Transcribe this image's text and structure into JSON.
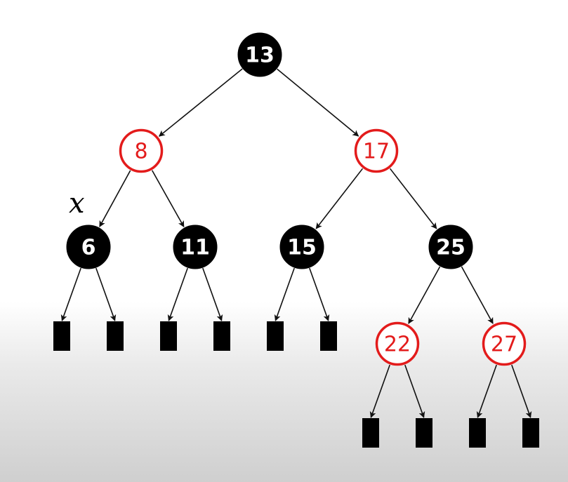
{
  "colors": {
    "black_node": "#000000",
    "black_node_text": "#ffffff",
    "red_node_stroke": "#e31b1b",
    "red_node_fill": "#ffffff",
    "red_node_text": "#e31b1b",
    "edge": "#111111",
    "leaf": "#000000"
  },
  "tree": {
    "nodes": [
      {
        "id": "n13",
        "key": "13",
        "color": "black"
      },
      {
        "id": "n8",
        "key": "8",
        "color": "red"
      },
      {
        "id": "n17",
        "key": "17",
        "color": "red"
      },
      {
        "id": "n6",
        "key": "6",
        "color": "black"
      },
      {
        "id": "n11",
        "key": "11",
        "color": "black"
      },
      {
        "id": "n15",
        "key": "15",
        "color": "black"
      },
      {
        "id": "n25",
        "key": "25",
        "color": "black"
      },
      {
        "id": "n22",
        "key": "22",
        "color": "red"
      },
      {
        "id": "n27",
        "key": "27",
        "color": "red"
      }
    ],
    "edges": [
      {
        "from": "n13",
        "to": "n8"
      },
      {
        "from": "n13",
        "to": "n17"
      },
      {
        "from": "n8",
        "to": "n6"
      },
      {
        "from": "n8",
        "to": "n11"
      },
      {
        "from": "n17",
        "to": "n15"
      },
      {
        "from": "n17",
        "to": "n25"
      },
      {
        "from": "n25",
        "to": "n22"
      },
      {
        "from": "n25",
        "to": "n27"
      }
    ],
    "nil_leaves": [
      {
        "id": "l6a",
        "parent": "n6"
      },
      {
        "id": "l6b",
        "parent": "n6"
      },
      {
        "id": "l11a",
        "parent": "n11"
      },
      {
        "id": "l11b",
        "parent": "n11"
      },
      {
        "id": "l15a",
        "parent": "n15"
      },
      {
        "id": "l15b",
        "parent": "n15"
      },
      {
        "id": "l22a",
        "parent": "n22"
      },
      {
        "id": "l22b",
        "parent": "n22"
      },
      {
        "id": "l27a",
        "parent": "n27"
      },
      {
        "id": "l27b",
        "parent": "n27"
      }
    ],
    "pointer": {
      "label": "x",
      "target": "n6"
    }
  }
}
